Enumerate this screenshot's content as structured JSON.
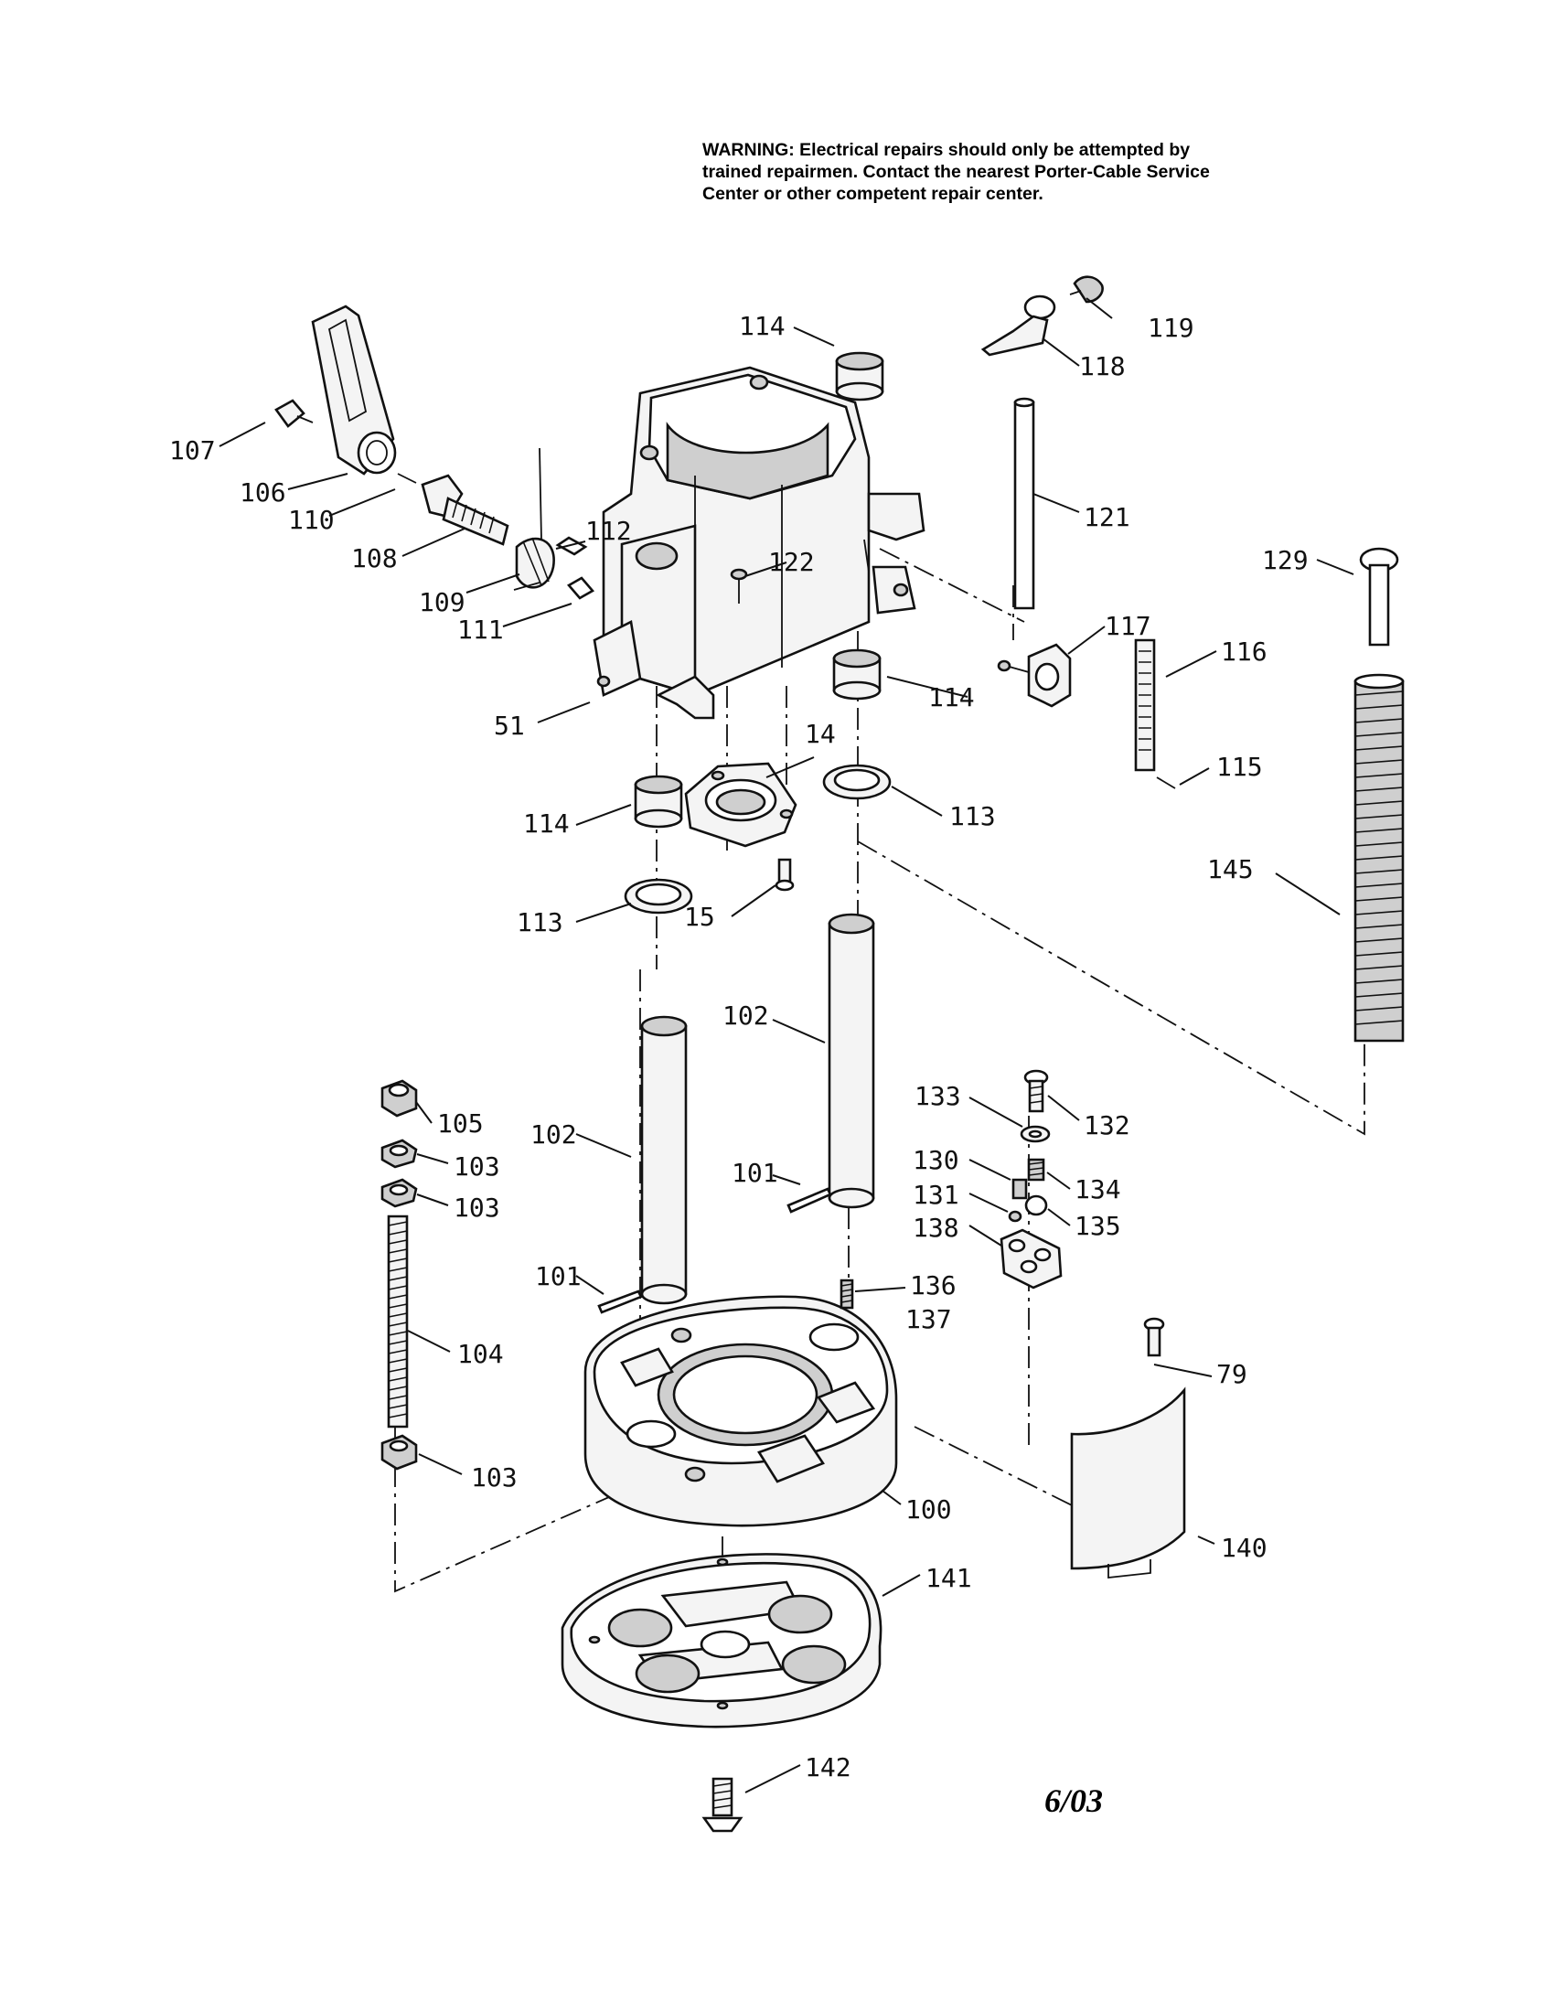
{
  "warning": {
    "lines": [
      "WARNING:  Electrical repairs should only be attempted by",
      "trained repairmen.  Contact the nearest Porter-Cable Service",
      "Center or other competent repair center."
    ]
  },
  "callouts": [
    {
      "id": "c119",
      "text": "119"
    },
    {
      "id": "c114a",
      "text": "114"
    },
    {
      "id": "c118",
      "text": "118"
    },
    {
      "id": "c107",
      "text": "107"
    },
    {
      "id": "c106",
      "text": "106"
    },
    {
      "id": "c110",
      "text": "110"
    },
    {
      "id": "c121",
      "text": "121"
    },
    {
      "id": "c108",
      "text": "108"
    },
    {
      "id": "c112",
      "text": "112"
    },
    {
      "id": "c122",
      "text": "122"
    },
    {
      "id": "c129",
      "text": "129"
    },
    {
      "id": "c109",
      "text": "109"
    },
    {
      "id": "c111",
      "text": "111"
    },
    {
      "id": "c117",
      "text": "117"
    },
    {
      "id": "c116",
      "text": "116"
    },
    {
      "id": "c51",
      "text": "51"
    },
    {
      "id": "c114b",
      "text": "114"
    },
    {
      "id": "c14",
      "text": "14"
    },
    {
      "id": "c115",
      "text": "115"
    },
    {
      "id": "c114c",
      "text": "114"
    },
    {
      "id": "c113a",
      "text": "113"
    },
    {
      "id": "c145",
      "text": "145"
    },
    {
      "id": "c113b",
      "text": "113"
    },
    {
      "id": "c15",
      "text": "15"
    },
    {
      "id": "c102a",
      "text": "102"
    },
    {
      "id": "c133",
      "text": "133"
    },
    {
      "id": "c132",
      "text": "132"
    },
    {
      "id": "c105",
      "text": "105"
    },
    {
      "id": "c102b",
      "text": "102"
    },
    {
      "id": "c103a",
      "text": "103"
    },
    {
      "id": "c130",
      "text": "130"
    },
    {
      "id": "c101a",
      "text": "101"
    },
    {
      "id": "c134",
      "text": "134"
    },
    {
      "id": "c103b",
      "text": "103"
    },
    {
      "id": "c131",
      "text": "131"
    },
    {
      "id": "c135",
      "text": "135"
    },
    {
      "id": "c138",
      "text": "138"
    },
    {
      "id": "c101b",
      "text": "101"
    },
    {
      "id": "c136",
      "text": "136"
    },
    {
      "id": "c137",
      "text": "137"
    },
    {
      "id": "c104",
      "text": "104"
    },
    {
      "id": "c79",
      "text": "79"
    },
    {
      "id": "c103c",
      "text": "103"
    },
    {
      "id": "c100",
      "text": "100"
    },
    {
      "id": "c140",
      "text": "140"
    },
    {
      "id": "c141",
      "text": "141"
    },
    {
      "id": "c142",
      "text": "142"
    }
  ],
  "date_mark": "6/03"
}
